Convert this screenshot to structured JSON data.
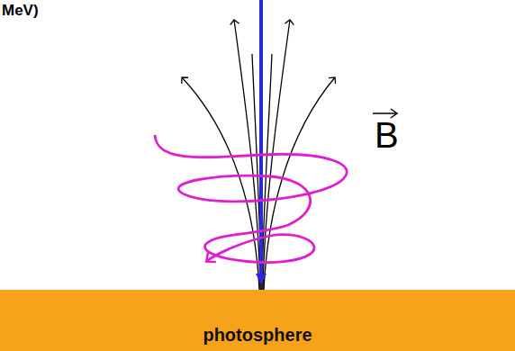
{
  "diagram": {
    "nodes": [
      {
        "text": [
          "photosphere"
        ]
      }
    ],
    "labels": [
      "MeV)",
      "B"
    ]
  }
}
